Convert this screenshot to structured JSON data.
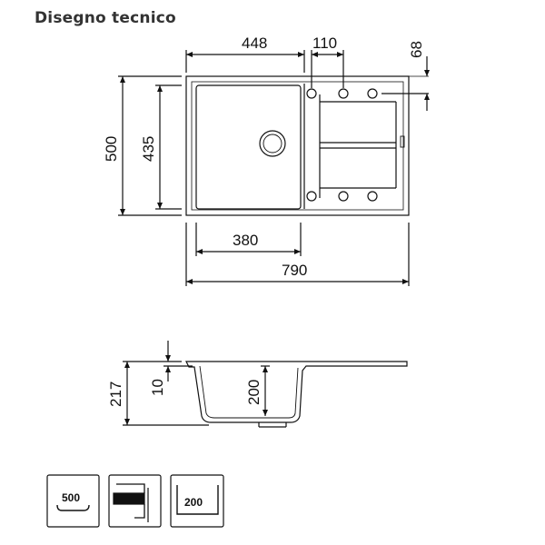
{
  "title": "Disegno tecnico",
  "top_view": {
    "dims": {
      "width_bowl_to_drain": "448",
      "drain_spacing": "110",
      "edge_offset": "68",
      "depth_total": "500",
      "depth_bowl": "435",
      "bowl_width": "380",
      "width_total": "790"
    }
  },
  "section_view": {
    "dims": {
      "height_total": "217",
      "rim": "10",
      "bowl_depth": "200"
    }
  },
  "icons": [
    {
      "name": "cabinet-500-icon",
      "label": "500"
    },
    {
      "name": "inset-mount-icon",
      "label": ""
    },
    {
      "name": "bowl-depth-200-icon",
      "label": "200"
    }
  ]
}
